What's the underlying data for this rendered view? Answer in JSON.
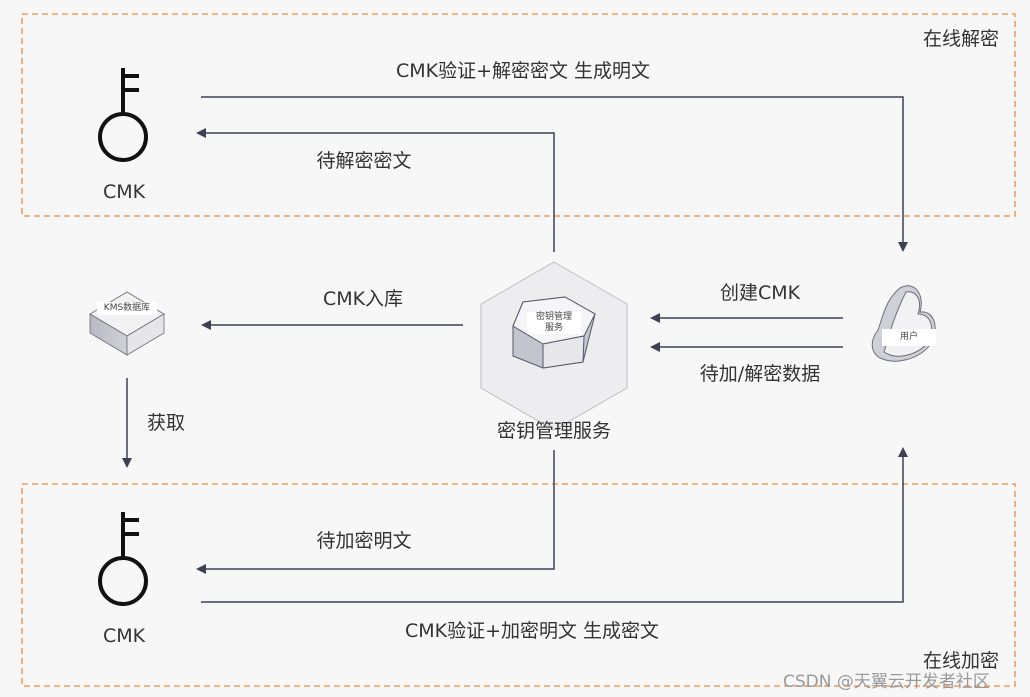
{
  "zones": {
    "decrypt": {
      "title": "在线解密"
    },
    "encrypt": {
      "title": "在线加密"
    }
  },
  "nodes": {
    "cmk_top": {
      "label": "CMK",
      "icon": "key-icon"
    },
    "cmk_bottom": {
      "label": "CMK",
      "icon": "key-icon"
    },
    "kms_db": {
      "label": "KMS数据库",
      "icon": "cube-icon"
    },
    "kms_service": {
      "label": "密钥管理服务",
      "inner_line1": "密钥管理",
      "inner_line2": "服务",
      "icon": "hexagon-icon"
    },
    "user": {
      "label": "用户",
      "icon": "user-icon"
    }
  },
  "edges": {
    "verify_decrypt": "CMK验证+解密密文 生成明文",
    "to_decrypt_ciphertext": "待解密密文",
    "cmk_store": "CMK入库",
    "create_cmk": "创建CMK",
    "data_to_process": "待加/解密数据",
    "fetch": "获取",
    "to_encrypt_plaintext": "待加密明文",
    "verify_encrypt": "CMK验证+加密明文 生成密文"
  },
  "colors": {
    "zone_border": "#f08a3c",
    "arrow": "#3d4153",
    "background": "#f7f7f7"
  },
  "watermark": "CSDN @天翼云开发者社区"
}
